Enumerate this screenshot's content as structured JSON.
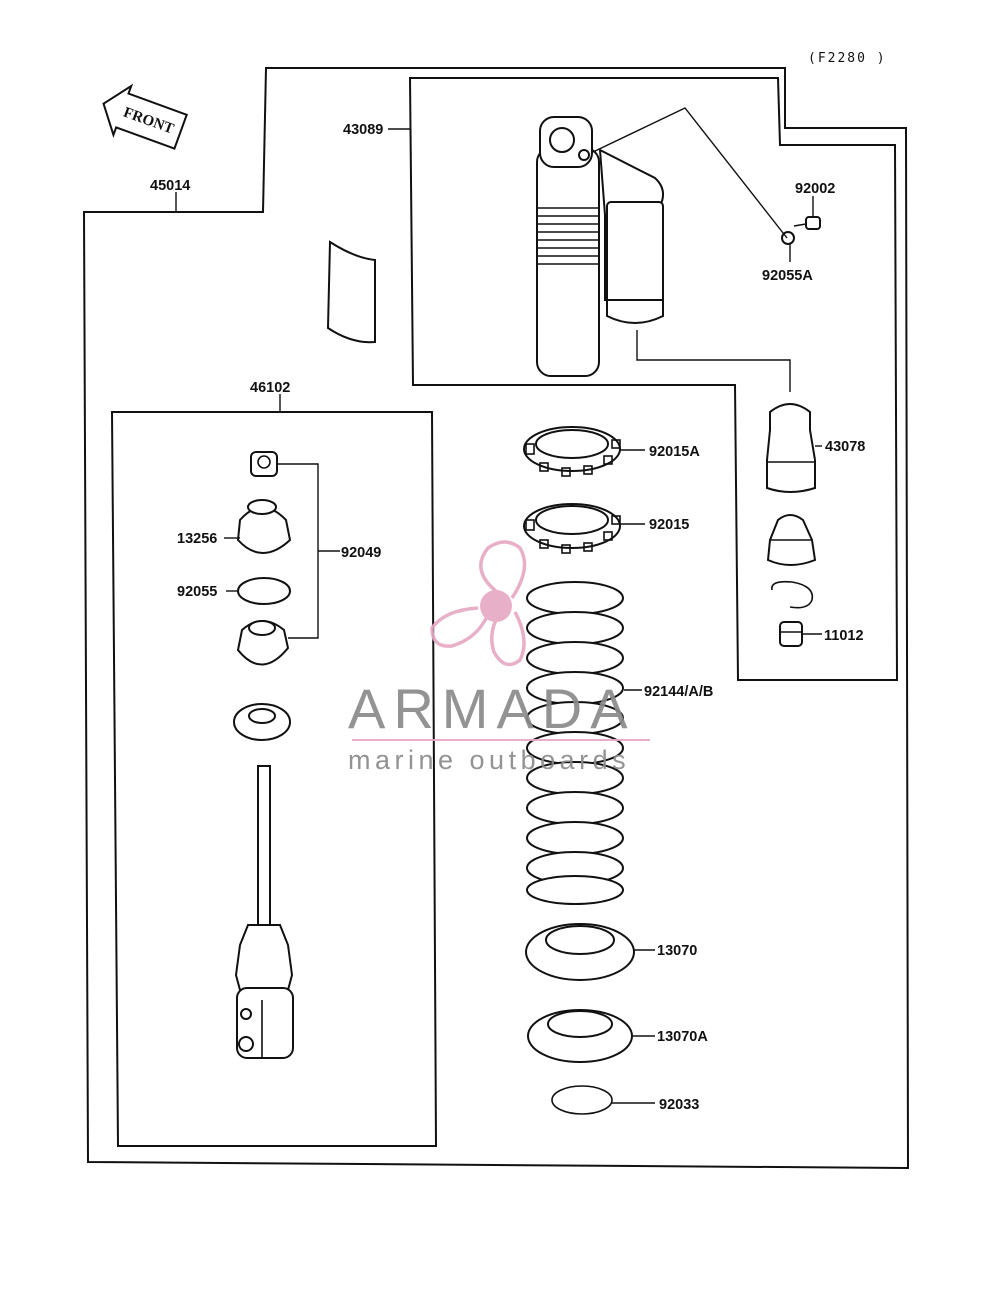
{
  "diagram_code": "(F2280 )",
  "front_label": "FRONT",
  "watermark": {
    "title": "ARMADA",
    "subtitle": "marine outboards",
    "logo_color": "#e7a9c4",
    "text_color": "#8a8a8a"
  },
  "parts": {
    "p43089": "43089",
    "p45014": "45014",
    "p92002": "92002",
    "p92055a": "92055A",
    "p46102": "46102",
    "p92015a": "92015A",
    "p43078": "43078",
    "p92015": "92015",
    "p13256": "13256",
    "p92049": "92049",
    "p92055": "92055",
    "p11012": "11012",
    "p92144": "92144/A/B",
    "p13070": "13070",
    "p13070a": "13070A",
    "p92033": "92033"
  }
}
